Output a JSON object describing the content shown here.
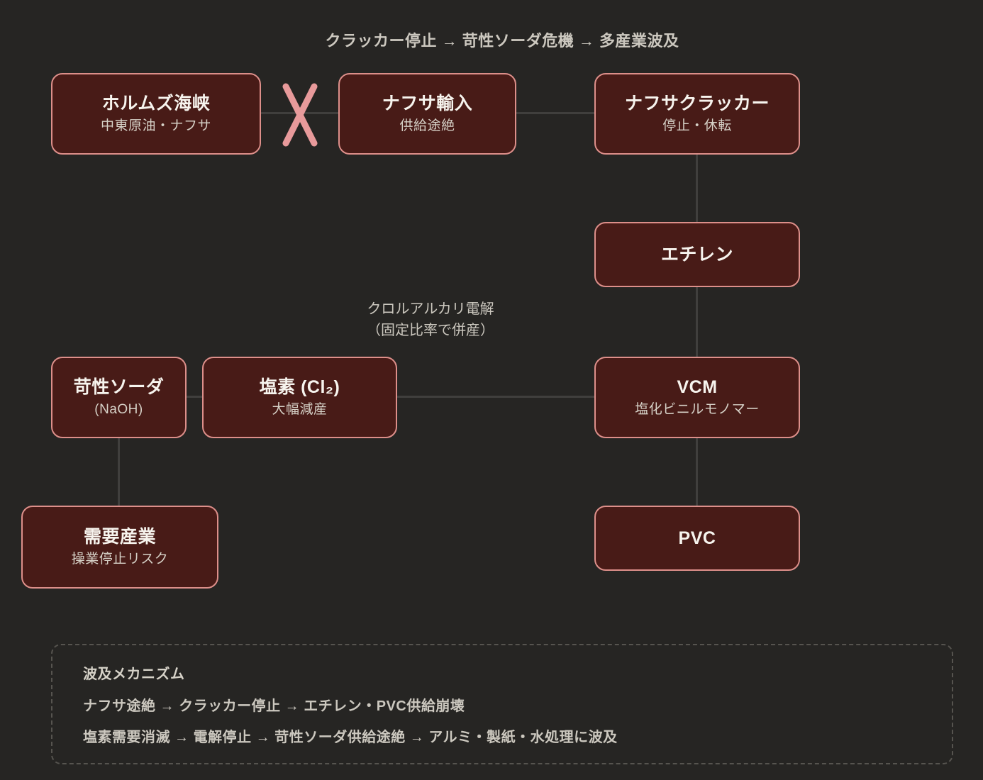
{
  "title": "クラッカー停止 → 苛性ソーダ危機 → 多産業波及",
  "nodes": {
    "hormuz": {
      "title": "ホルムズ海峡",
      "subtitle": "中東原油・ナフサ"
    },
    "naphtha_import": {
      "title": "ナフサ輸入",
      "subtitle": "供給途絶"
    },
    "naphtha_cracker": {
      "title": "ナフサクラッカー",
      "subtitle": "停止・休転"
    },
    "ethylene": {
      "title": "エチレン"
    },
    "caustic_soda": {
      "title": "苛性ソーダ",
      "subtitle": "(NaOH)"
    },
    "chlorine": {
      "title": "塩素 (Cl₂)",
      "subtitle": "大幅減産"
    },
    "vcm": {
      "title": "VCM",
      "subtitle": "塩化ビニルモノマー"
    },
    "demand_industries": {
      "title": "需要産業",
      "subtitle": "操業停止リスク"
    },
    "pvc": {
      "title": "PVC"
    }
  },
  "labels": {
    "chloralkali_line1": "クロルアルカリ電解",
    "chloralkali_line2": "（固定比率で併産）"
  },
  "mechanism_panel": {
    "header": "波及メカニズム",
    "line1": "ナフサ途絶 → クラッカー停止 → エチレン・PVC供給崩壊",
    "line2": "塩素需要消滅 → 電解停止 → 苛性ソーダ供給途絶 → アルミ・製紙・水処理に波及"
  },
  "colors": {
    "background": "#262523",
    "node_fill": "#481b17",
    "node_border": "#dd8f8a",
    "connector": "#403f3d",
    "blocked_x": "#e89a9b",
    "text_primary": "#f7f4ee",
    "text_secondary": "#d6d1c7",
    "text_muted": "#ccc8bf"
  }
}
